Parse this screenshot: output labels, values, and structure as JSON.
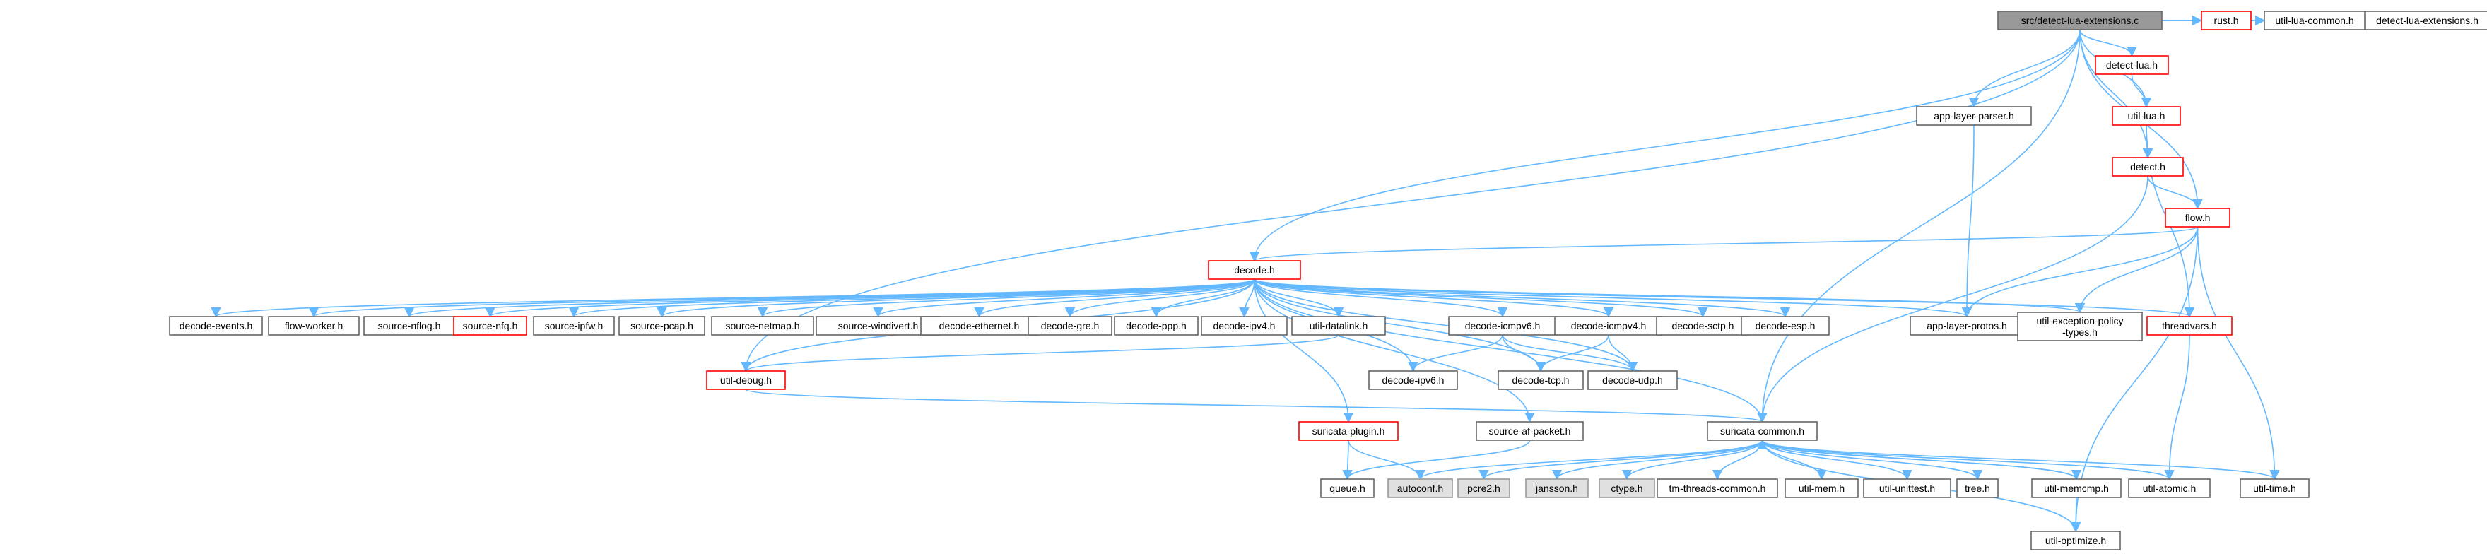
{
  "colors": {
    "edge": "#63b8ff",
    "node_border": "#666666",
    "node_fill": "#ffffff",
    "root_fill": "#999999",
    "missing_border": "#ff0000",
    "system_fill": "#e0e0e0",
    "system_border": "#999999"
  },
  "nodes": [
    {
      "id": "root",
      "label": "src/detect-lua-extensions.c",
      "kind": "root"
    },
    {
      "id": "detect_lua",
      "label": "detect-lua.h",
      "kind": "red"
    },
    {
      "id": "rust",
      "label": "rust.h",
      "kind": "red"
    },
    {
      "id": "util_lua_common",
      "label": "util-lua-common.h",
      "kind": "normal"
    },
    {
      "id": "detect_lua_ext",
      "label": "detect-lua-extensions.h",
      "kind": "normal"
    },
    {
      "id": "app_layer_parser",
      "label": "app-layer-parser.h",
      "kind": "normal"
    },
    {
      "id": "util_lua",
      "label": "util-lua.h",
      "kind": "red"
    },
    {
      "id": "detect",
      "label": "detect.h",
      "kind": "red"
    },
    {
      "id": "flow",
      "label": "flow.h",
      "kind": "red"
    },
    {
      "id": "decode",
      "label": "decode.h",
      "kind": "red"
    },
    {
      "id": "decode_events",
      "label": "decode-events.h",
      "kind": "normal"
    },
    {
      "id": "flow_worker",
      "label": "flow-worker.h",
      "kind": "normal"
    },
    {
      "id": "source_nflog",
      "label": "source-nflog.h",
      "kind": "normal"
    },
    {
      "id": "source_nfq",
      "label": "source-nfq.h",
      "kind": "red"
    },
    {
      "id": "source_ipfw",
      "label": "source-ipfw.h",
      "kind": "normal"
    },
    {
      "id": "source_pcap",
      "label": "source-pcap.h",
      "kind": "normal"
    },
    {
      "id": "source_netmap",
      "label": "source-netmap.h",
      "kind": "normal"
    },
    {
      "id": "source_windivert",
      "label": "source-windivert.h",
      "kind": "normal"
    },
    {
      "id": "decode_ethernet",
      "label": "decode-ethernet.h",
      "kind": "normal"
    },
    {
      "id": "decode_gre",
      "label": "decode-gre.h",
      "kind": "normal"
    },
    {
      "id": "decode_ppp",
      "label": "decode-ppp.h",
      "kind": "normal"
    },
    {
      "id": "decode_ipv4",
      "label": "decode-ipv4.h",
      "kind": "normal"
    },
    {
      "id": "util_datalink",
      "label": "util-datalink.h",
      "kind": "normal"
    },
    {
      "id": "decode_icmpv6",
      "label": "decode-icmpv6.h",
      "kind": "normal"
    },
    {
      "id": "decode_icmpv4",
      "label": "decode-icmpv4.h",
      "kind": "normal"
    },
    {
      "id": "decode_sctp",
      "label": "decode-sctp.h",
      "kind": "normal"
    },
    {
      "id": "decode_esp",
      "label": "decode-esp.h",
      "kind": "normal"
    },
    {
      "id": "app_layer_protos",
      "label": "app-layer-protos.h",
      "kind": "normal"
    },
    {
      "id": "util_exception",
      "label": "util-exception-policy\n-types.h",
      "kind": "normal"
    },
    {
      "id": "threadvars",
      "label": "threadvars.h",
      "kind": "red"
    },
    {
      "id": "decode_ipv6",
      "label": "decode-ipv6.h",
      "kind": "normal"
    },
    {
      "id": "decode_tcp",
      "label": "decode-tcp.h",
      "kind": "normal"
    },
    {
      "id": "decode_udp",
      "label": "decode-udp.h",
      "kind": "normal"
    },
    {
      "id": "util_debug",
      "label": "util-debug.h",
      "kind": "red"
    },
    {
      "id": "source_af_packet",
      "label": "source-af-packet.h",
      "kind": "normal"
    },
    {
      "id": "suricata_plugin",
      "label": "suricata-plugin.h",
      "kind": "red"
    },
    {
      "id": "suricata_common",
      "label": "suricata-common.h",
      "kind": "normal"
    },
    {
      "id": "queue",
      "label": "queue.h",
      "kind": "normal"
    },
    {
      "id": "autoconf",
      "label": "autoconf.h",
      "kind": "system"
    },
    {
      "id": "pcre2",
      "label": "pcre2.h",
      "kind": "system"
    },
    {
      "id": "jansson",
      "label": "jansson.h",
      "kind": "system"
    },
    {
      "id": "ctype",
      "label": "ctype.h",
      "kind": "system"
    },
    {
      "id": "tm_threads_common",
      "label": "tm-threads-common.h",
      "kind": "normal"
    },
    {
      "id": "util_mem",
      "label": "util-mem.h",
      "kind": "normal"
    },
    {
      "id": "util_unittest",
      "label": "util-unittest.h",
      "kind": "normal"
    },
    {
      "id": "tree",
      "label": "tree.h",
      "kind": "normal"
    },
    {
      "id": "util_memcmp",
      "label": "util-memcmp.h",
      "kind": "normal"
    },
    {
      "id": "util_atomic",
      "label": "util-atomic.h",
      "kind": "normal"
    },
    {
      "id": "util_time",
      "label": "util-time.h",
      "kind": "normal"
    },
    {
      "id": "util_optimize",
      "label": "util-optimize.h",
      "kind": "normal"
    }
  ],
  "edges": [
    [
      "root",
      "detect_lua"
    ],
    [
      "root",
      "rust"
    ],
    [
      "root",
      "util_lua_common"
    ],
    [
      "root",
      "detect_lua_ext"
    ],
    [
      "root",
      "app_layer_parser"
    ],
    [
      "root",
      "util_lua"
    ],
    [
      "root",
      "detect"
    ],
    [
      "root",
      "flow"
    ],
    [
      "root",
      "decode"
    ],
    [
      "root",
      "util_debug"
    ],
    [
      "root",
      "suricata_common"
    ],
    [
      "detect_lua",
      "util_lua"
    ],
    [
      "util_lua",
      "detect"
    ],
    [
      "util_lua",
      "threadvars"
    ],
    [
      "detect",
      "flow"
    ],
    [
      "detect",
      "suricata_common"
    ],
    [
      "app_layer_parser",
      "app_layer_protos"
    ],
    [
      "flow",
      "decode"
    ],
    [
      "flow",
      "app_layer_protos"
    ],
    [
      "flow",
      "util_exception"
    ],
    [
      "flow",
      "util_time"
    ],
    [
      "flow",
      "util_optimize"
    ],
    [
      "decode",
      "decode_events"
    ],
    [
      "decode",
      "flow_worker"
    ],
    [
      "decode",
      "source_nflog"
    ],
    [
      "decode",
      "source_nfq"
    ],
    [
      "decode",
      "source_ipfw"
    ],
    [
      "decode",
      "source_pcap"
    ],
    [
      "decode",
      "source_netmap"
    ],
    [
      "decode",
      "source_windivert"
    ],
    [
      "decode",
      "decode_ethernet"
    ],
    [
      "decode",
      "decode_gre"
    ],
    [
      "decode",
      "decode_ppp"
    ],
    [
      "decode",
      "decode_ipv4"
    ],
    [
      "decode",
      "util_datalink"
    ],
    [
      "decode",
      "decode_icmpv6"
    ],
    [
      "decode",
      "decode_icmpv4"
    ],
    [
      "decode",
      "decode_sctp"
    ],
    [
      "decode",
      "decode_esp"
    ],
    [
      "decode",
      "app_layer_protos"
    ],
    [
      "decode",
      "util_exception"
    ],
    [
      "decode",
      "threadvars"
    ],
    [
      "decode",
      "decode_ipv6"
    ],
    [
      "decode",
      "decode_tcp"
    ],
    [
      "decode",
      "decode_udp"
    ],
    [
      "decode",
      "util_debug"
    ],
    [
      "decode",
      "source_af_packet"
    ],
    [
      "decode",
      "suricata_plugin"
    ],
    [
      "decode",
      "suricata_common"
    ],
    [
      "util_datalink",
      "util_debug"
    ],
    [
      "decode_icmpv6",
      "decode_ipv6"
    ],
    [
      "decode_icmpv6",
      "decode_tcp"
    ],
    [
      "decode_icmpv6",
      "decode_udp"
    ],
    [
      "decode_icmpv4",
      "decode_tcp"
    ],
    [
      "decode_icmpv4",
      "decode_udp"
    ],
    [
      "threadvars",
      "util_atomic"
    ],
    [
      "util_debug",
      "suricata_common"
    ],
    [
      "source_af_packet",
      "queue"
    ],
    [
      "suricata_plugin",
      "queue"
    ],
    [
      "suricata_plugin",
      "autoconf"
    ],
    [
      "suricata_common",
      "autoconf"
    ],
    [
      "suricata_common",
      "pcre2"
    ],
    [
      "suricata_common",
      "jansson"
    ],
    [
      "suricata_common",
      "ctype"
    ],
    [
      "suricata_common",
      "tm_threads_common"
    ],
    [
      "suricata_common",
      "util_mem"
    ],
    [
      "suricata_common",
      "util_unittest"
    ],
    [
      "suricata_common",
      "tree"
    ],
    [
      "suricata_common",
      "util_memcmp"
    ],
    [
      "suricata_common",
      "util_atomic"
    ],
    [
      "suricata_common",
      "util_time"
    ],
    [
      "suricata_common",
      "util_optimize"
    ],
    [
      "util_memcmp",
      "util_optimize"
    ],
    [
      "util_memcmp",
      "suricata_common"
    ]
  ]
}
